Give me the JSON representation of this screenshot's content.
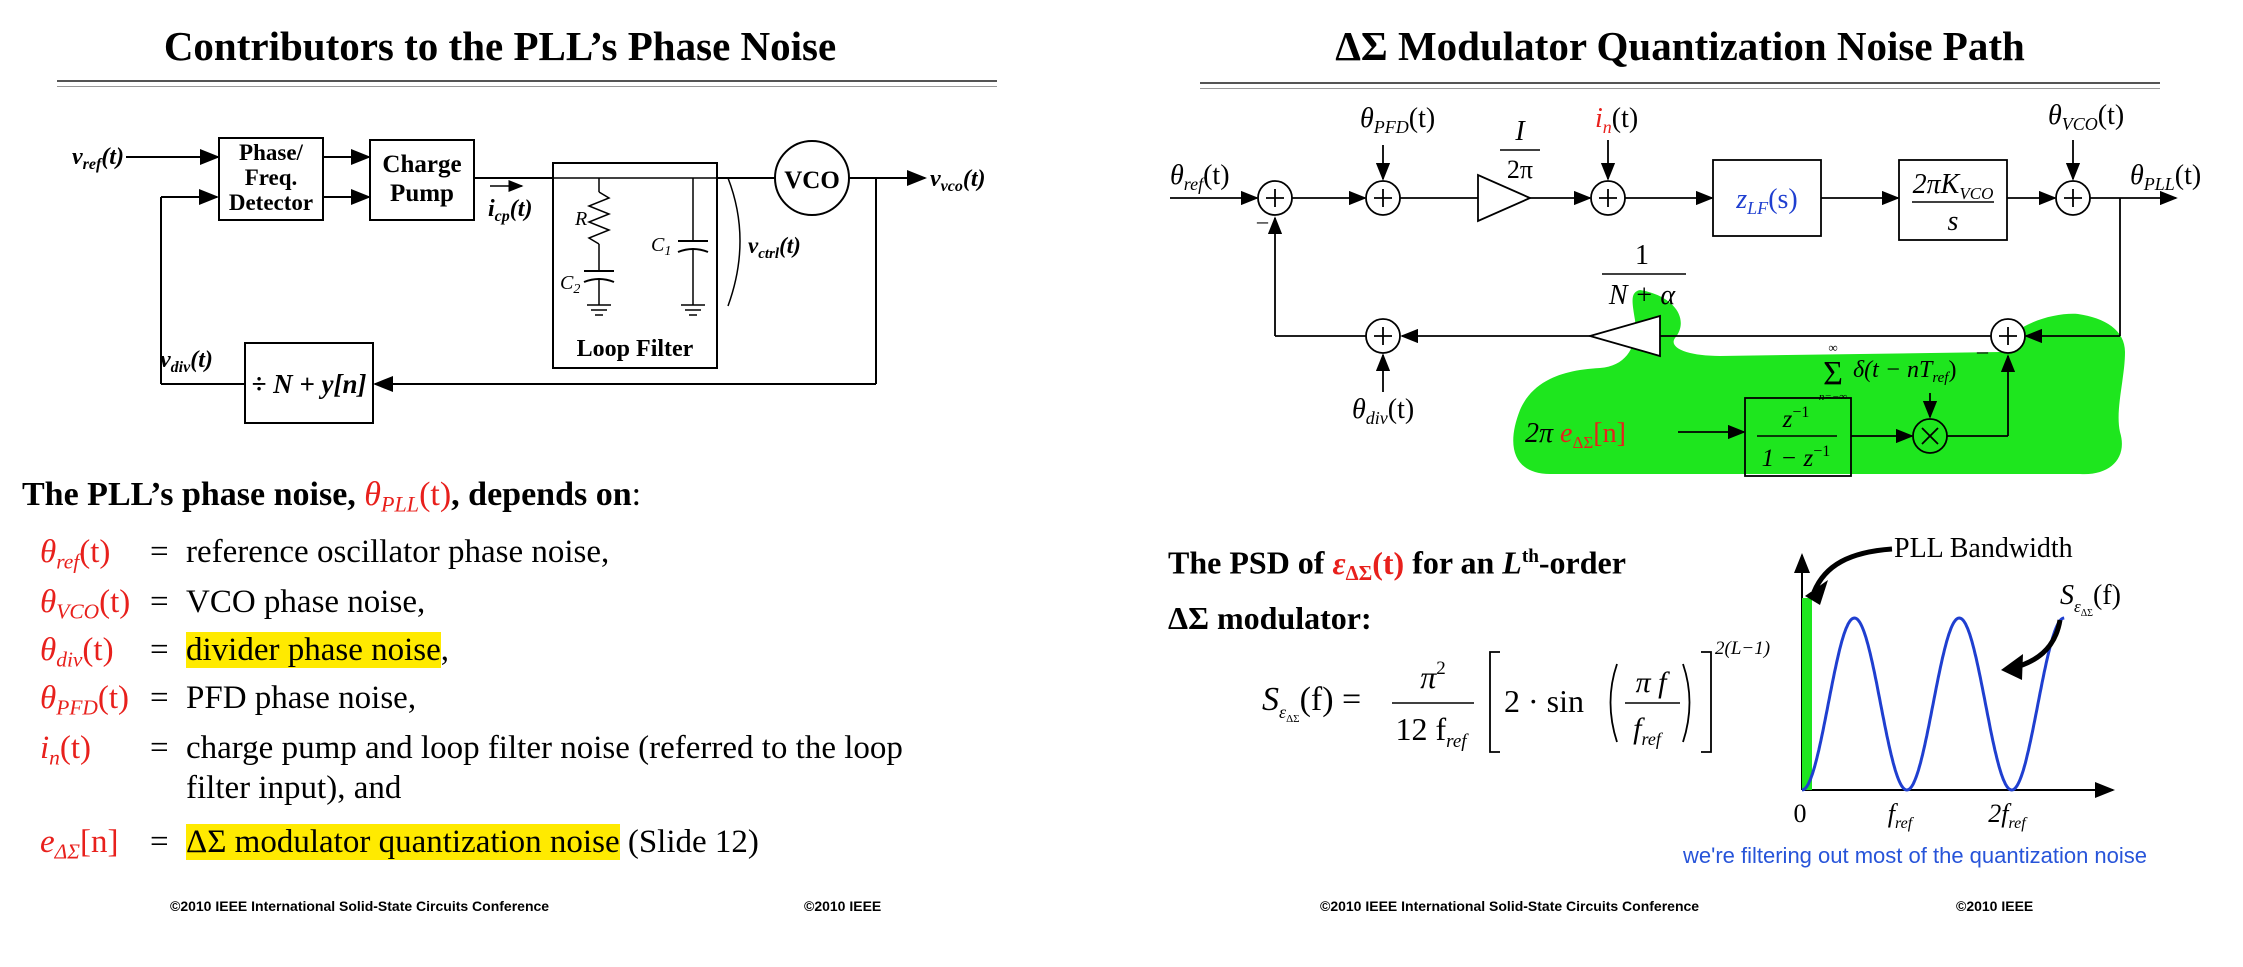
{
  "left_slide": {
    "title": "Contributors to the PLL’s Phase Noise",
    "diagram": {
      "vref_label": "v",
      "vref_sub": "ref",
      "vref_arg": "(t)",
      "pfd_label": [
        "Phase/",
        "Freq.",
        "Detector"
      ],
      "charge_pump_label": [
        "Charge",
        "Pump"
      ],
      "icp_label": "i",
      "icp_sub": "cp",
      "icp_arg": "(t)",
      "r_label": "R",
      "c1_label": "C",
      "c1_sub": "1",
      "c2_label": "C",
      "c2_sub": "2",
      "loop_filter_label": "Loop Filter",
      "vctrl_label": "v",
      "vctrl_sub": "ctrl",
      "vctrl_arg": "(t)",
      "vco_label": "VCO",
      "vvco_label": "v",
      "vvco_sub": "vco",
      "vvco_arg": "(t)",
      "vdiv_label": "v",
      "vdiv_sub": "div",
      "vdiv_arg": "(t)",
      "divider_label": "÷ N + y[n]"
    },
    "heading_prefix": "The PLL’s phase noise, ",
    "heading_sym": "θ",
    "heading_sub": "PLL",
    "heading_arg": "(t)",
    "heading_suffix": ", depends on",
    "heading_colon": ":",
    "contributors": [
      {
        "sym": "θ",
        "sub": "ref",
        "arg": "(t)",
        "eq": "=",
        "desc": "reference oscillator phase noise,",
        "highlight": false
      },
      {
        "sym": "θ",
        "sub": "VCO",
        "arg": "(t)",
        "eq": "=",
        "desc": "VCO phase noise,",
        "highlight": false
      },
      {
        "sym": "θ",
        "sub": "div",
        "arg": "(t)",
        "eq": "=",
        "desc": "divider phase noise",
        "trail": ",",
        "highlight": true
      },
      {
        "sym": "θ",
        "sub": "PFD",
        "arg": "(t)",
        "eq": "=",
        "desc": "PFD phase noise,",
        "highlight": false
      },
      {
        "sym": "i",
        "sub": "n",
        "arg": "(t)",
        "eq": "=",
        "desc": "charge pump and loop filter noise (referred to the loop",
        "desc2": "filter input), and",
        "highlight": false
      },
      {
        "sym": "e",
        "sub": "ΔΣ",
        "arg": "[n]",
        "eq": "=",
        "desc": "ΔΣ modulator quantization noise",
        "trail": " (Slide 12)",
        "highlight": true
      }
    ],
    "footer_left": "©2010  IEEE International Solid-State Circuits Conference",
    "footer_right": "©2010 IEEE"
  },
  "right_slide": {
    "title": "ΔΣ Modulator Quantization Noise Path",
    "diagram": {
      "theta_ref": "θ",
      "theta_ref_sub": "ref",
      "theta_pfd": "θ",
      "theta_pfd_sub": "PFD",
      "gain_num": "I",
      "gain_den": "2π",
      "in_label": "i",
      "in_sub": "n",
      "zlf_label": "z",
      "zlf_sub": "LF",
      "zlf_arg": "(s)",
      "vco_num": "2πK",
      "vco_num_sub": "VCO",
      "vco_den": "s",
      "theta_vco": "θ",
      "theta_vco_sub": "VCO",
      "theta_pll": "θ",
      "theta_pll_sub": "PLL",
      "fb_num": "1",
      "fb_den": "N + α",
      "theta_div": "θ",
      "theta_div_sub": "div",
      "arg_t": "(t)",
      "minus": "–",
      "sum_top": "∞",
      "sum_bottom": "n=−∞",
      "sum_body": "δ(t − nT",
      "sum_body_sub": "ref",
      "sum_close": ")",
      "source_prefix": "2π ",
      "source_e": "e",
      "source_sub": "ΔΣ",
      "source_arg": "[n]",
      "acc_num": "z",
      "acc_num_sup": "−1",
      "acc_den": "1 − z",
      "acc_den_sup": "−1",
      "mult": "×",
      "colors": {
        "highlight_green": "#1ee61e",
        "signal_blue": "#1f3fd0",
        "noise_red": "#e8201c"
      }
    },
    "psd_heading_1a": "The PSD of ",
    "psd_heading_sym": "ε",
    "psd_heading_sub": "ΔΣ",
    "psd_heading_arg": "(t)",
    "psd_heading_1b": " for an ",
    "psd_heading_L": "L",
    "psd_heading_th": "th",
    "psd_heading_1c": "-order",
    "psd_heading_2": "ΔΣ modulator:",
    "formula": {
      "lhs": "S",
      "lhs_sub": "ε",
      "lhs_subsub": "ΔΣ",
      "lhs_arg": "(f) =",
      "num": "π",
      "num_sup": "2",
      "den": "12 f",
      "den_sub": "ref",
      "bracket_body": "2 · sin",
      "inner_num": "π f",
      "inner_den": "f",
      "inner_den_sub": "ref",
      "exponent": "2(L−1)"
    },
    "plot": {
      "bandwidth_label": "PLL Bandwidth",
      "curve_label": "S",
      "curve_label_sub": "ε",
      "curve_label_subsub": "ΔΣ",
      "curve_label_arg": "(f)",
      "x_ticks": [
        "0",
        "f",
        "2f"
      ],
      "x_tick_sub": "ref"
    },
    "note": "we're filtering out most of the quantization noise",
    "footer_left": "©2010  IEEE International Solid-State Circuits Conference",
    "footer_right": "©2010 IEEE"
  }
}
